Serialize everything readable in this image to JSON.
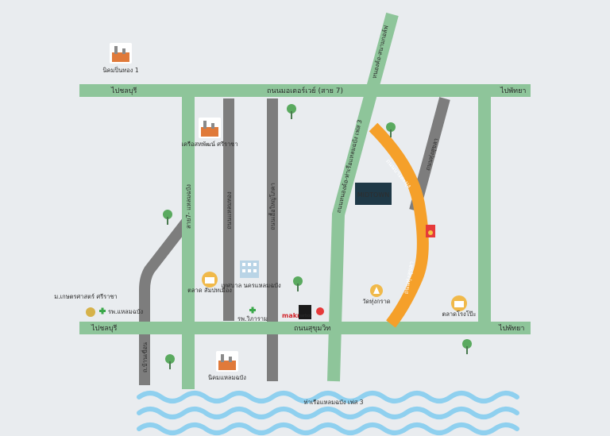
{
  "map": {
    "roads": {
      "motorway_sai7": "ถนนมอเตอร์เวย์ (สาย 7)",
      "sukhumvit": "ถนนสุขุมวิท",
      "to_chonburi_top": "ไปชลบุรี",
      "to_pattaya_top": "ไปพัทยา",
      "to_chonburi_bottom": "ไปชลบุรี",
      "to_pattaya_bottom": "ไปพัทยา",
      "sai7_laemchabang": "สาย7- แหลมฉบัง",
      "laem_thong_rd": "ถนนแหลมทอง",
      "rd_left_low": "ถ.บ้านเขื่อน",
      "rd_middle": "ถนนเอื้อใหญ่โภคา",
      "port_phase3_rd": "ถนนหนองค้อ-ท่าเรือแหลมฉบัง เฟส 3",
      "nongkho_rd": "หนองค้อ-สนามกอล์ฟ",
      "thungsukla_upper": "ถนนทุ่งสุขลา",
      "orange_upper": "ถนนบางละมุง",
      "orange_lower": "ถนนทุ่งสุขลา"
    },
    "pois": {
      "industrial_estate_1": "นิคมปิ่นทอง 1",
      "harbor_industrial": "เครือสหพัฒน์ ศรีราชา",
      "market_left": "ตลาด สัมปทเมือง",
      "municipality": "เทศบาล นครแหลมฉบัง",
      "hospital_left_1": "ม.เกษตรศาสตร์ ศรีราชา",
      "hospital_left_2": "รพ.แหลมฉบัง",
      "hospital_mid": "รพ.วิภาราม",
      "temple": "วัดทุ่งกราด",
      "market_right": "ตลาดโรงโป๊ะ",
      "industrial_bottom": "นิคมแหลมฉบัง",
      "port_phase3": "ท่าเรือแหลมฉบัง เฟส 3",
      "midtown_brand": "MIDTOWN",
      "makro": "makro",
      "harbor_mall": "harbor"
    },
    "colors": {
      "background": "#e9ecef",
      "main_road": "#8ec59a",
      "secondary_road": "#7d7d7d",
      "orange_road": "#f5a02a",
      "tree": "#5aaa5f",
      "water": "#8fd0ef",
      "project_box": "#1f3947"
    },
    "icons": [
      "factory-icon",
      "tree-icon",
      "market-icon",
      "building-icon",
      "hospital-cross-icon",
      "temple-icon",
      "shop-icon",
      "project-logo-icon"
    ]
  }
}
